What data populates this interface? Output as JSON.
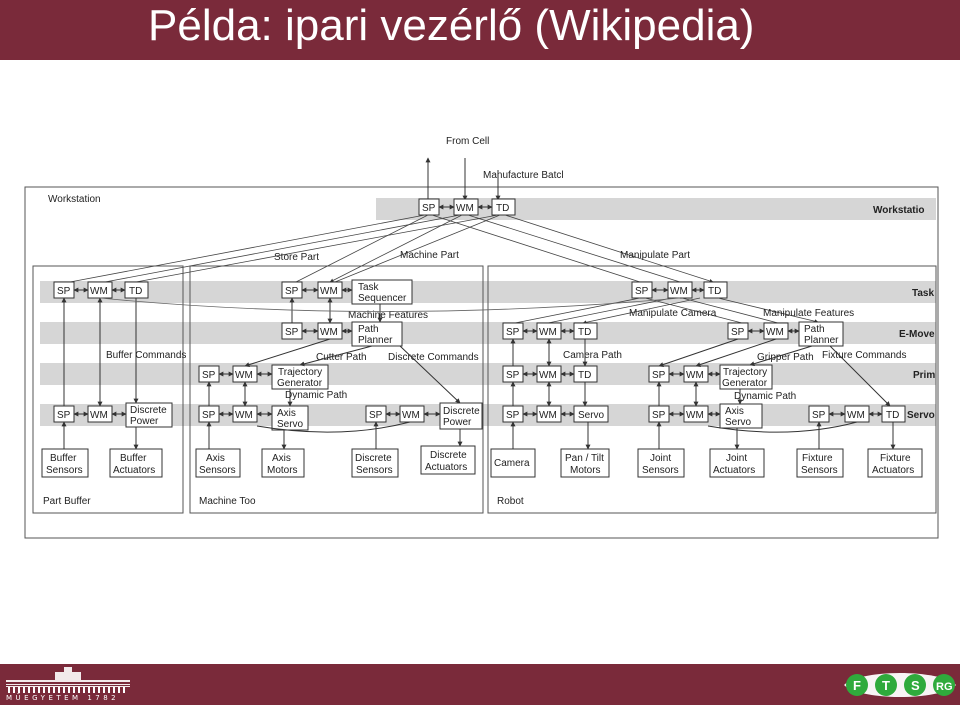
{
  "slide": {
    "title": "Példa: ipari vezérlő (Wikipedia)"
  },
  "footer": {
    "university_caption": "MŰEGYETEM 1782",
    "badges": [
      "F",
      "T",
      "S",
      "RG"
    ],
    "colors": {
      "bar": "#7a2a3a",
      "badge_green": "#2faa3c"
    }
  },
  "diagram": {
    "inputs": {
      "from_cell": "From Cell",
      "manufacture": "Manufacture Batcl"
    },
    "module_labels": {
      "sp": "SP",
      "wm": "WM",
      "td": "TD"
    },
    "levels": {
      "workstation": "Workstatio",
      "task": "Task",
      "emove": "E-Move",
      "prim": "Prim",
      "servo": "Servo"
    },
    "workstation_label": "Workstation",
    "links": {
      "store_part": "Store Part",
      "machine_part": "Machine Part",
      "manipulate_part": "Manipulate Part"
    },
    "subsystems": {
      "part_buffer": "Part Buffer",
      "machine_tool": "Machine Too",
      "robot": "Robot"
    },
    "part_buffer": {
      "buffer_commands": "Buffer Commands",
      "discrete_power": [
        "Discrete",
        "Power"
      ],
      "buffer_sensors": [
        "Buffer",
        "Sensors"
      ],
      "buffer_actuators": [
        "Buffer",
        "Actuators"
      ]
    },
    "machine_tool": {
      "task_sequencer": [
        "Task",
        "Sequencer"
      ],
      "machine_features": "Machine Features",
      "path_planner": [
        "Path",
        "Planner"
      ],
      "cutter_path": "Cutter Path",
      "discrete_commands": "Discrete Commands",
      "trajectory_generator": [
        "Trajectory",
        "Generator"
      ],
      "dynamic_path": "Dynamic Path",
      "axis_servo": [
        "Axis",
        "Servo"
      ],
      "discrete_power": [
        "Discrete",
        "Power"
      ],
      "axis_sensors": [
        "Axis",
        "Sensors"
      ],
      "axis_motors": [
        "Axis",
        "Motors"
      ],
      "discrete_sensors": [
        "Discrete",
        "Sensors"
      ],
      "discrete_actuators": [
        "Discrete",
        "Actuators"
      ]
    },
    "robot": {
      "manipulate_camera": "Manipulate Camera",
      "manipulate_features": "Manipulate Features",
      "camera_path": "Camera Path",
      "gripper_path": "Gripper Path",
      "fixture_commands": "Fixture Commands",
      "path_planner": [
        "Path",
        "Planner"
      ],
      "trajectory_generator": [
        "Trajectory",
        "Generator"
      ],
      "dynamic_path": "Dynamic Path",
      "servo": "Servo",
      "axis_servo": [
        "Axis",
        "Servo"
      ],
      "camera": "Camera",
      "pan_tilt_motors": [
        "Pan / Tilt",
        "Motors"
      ],
      "joint_sensors": [
        "Joint",
        "Sensors"
      ],
      "joint_actuators": [
        "Joint",
        "Actuators"
      ],
      "fixture_sensors": [
        "Fixture",
        "Sensors"
      ],
      "fixture_actuators": [
        "Fixture",
        "Actuators"
      ]
    }
  }
}
